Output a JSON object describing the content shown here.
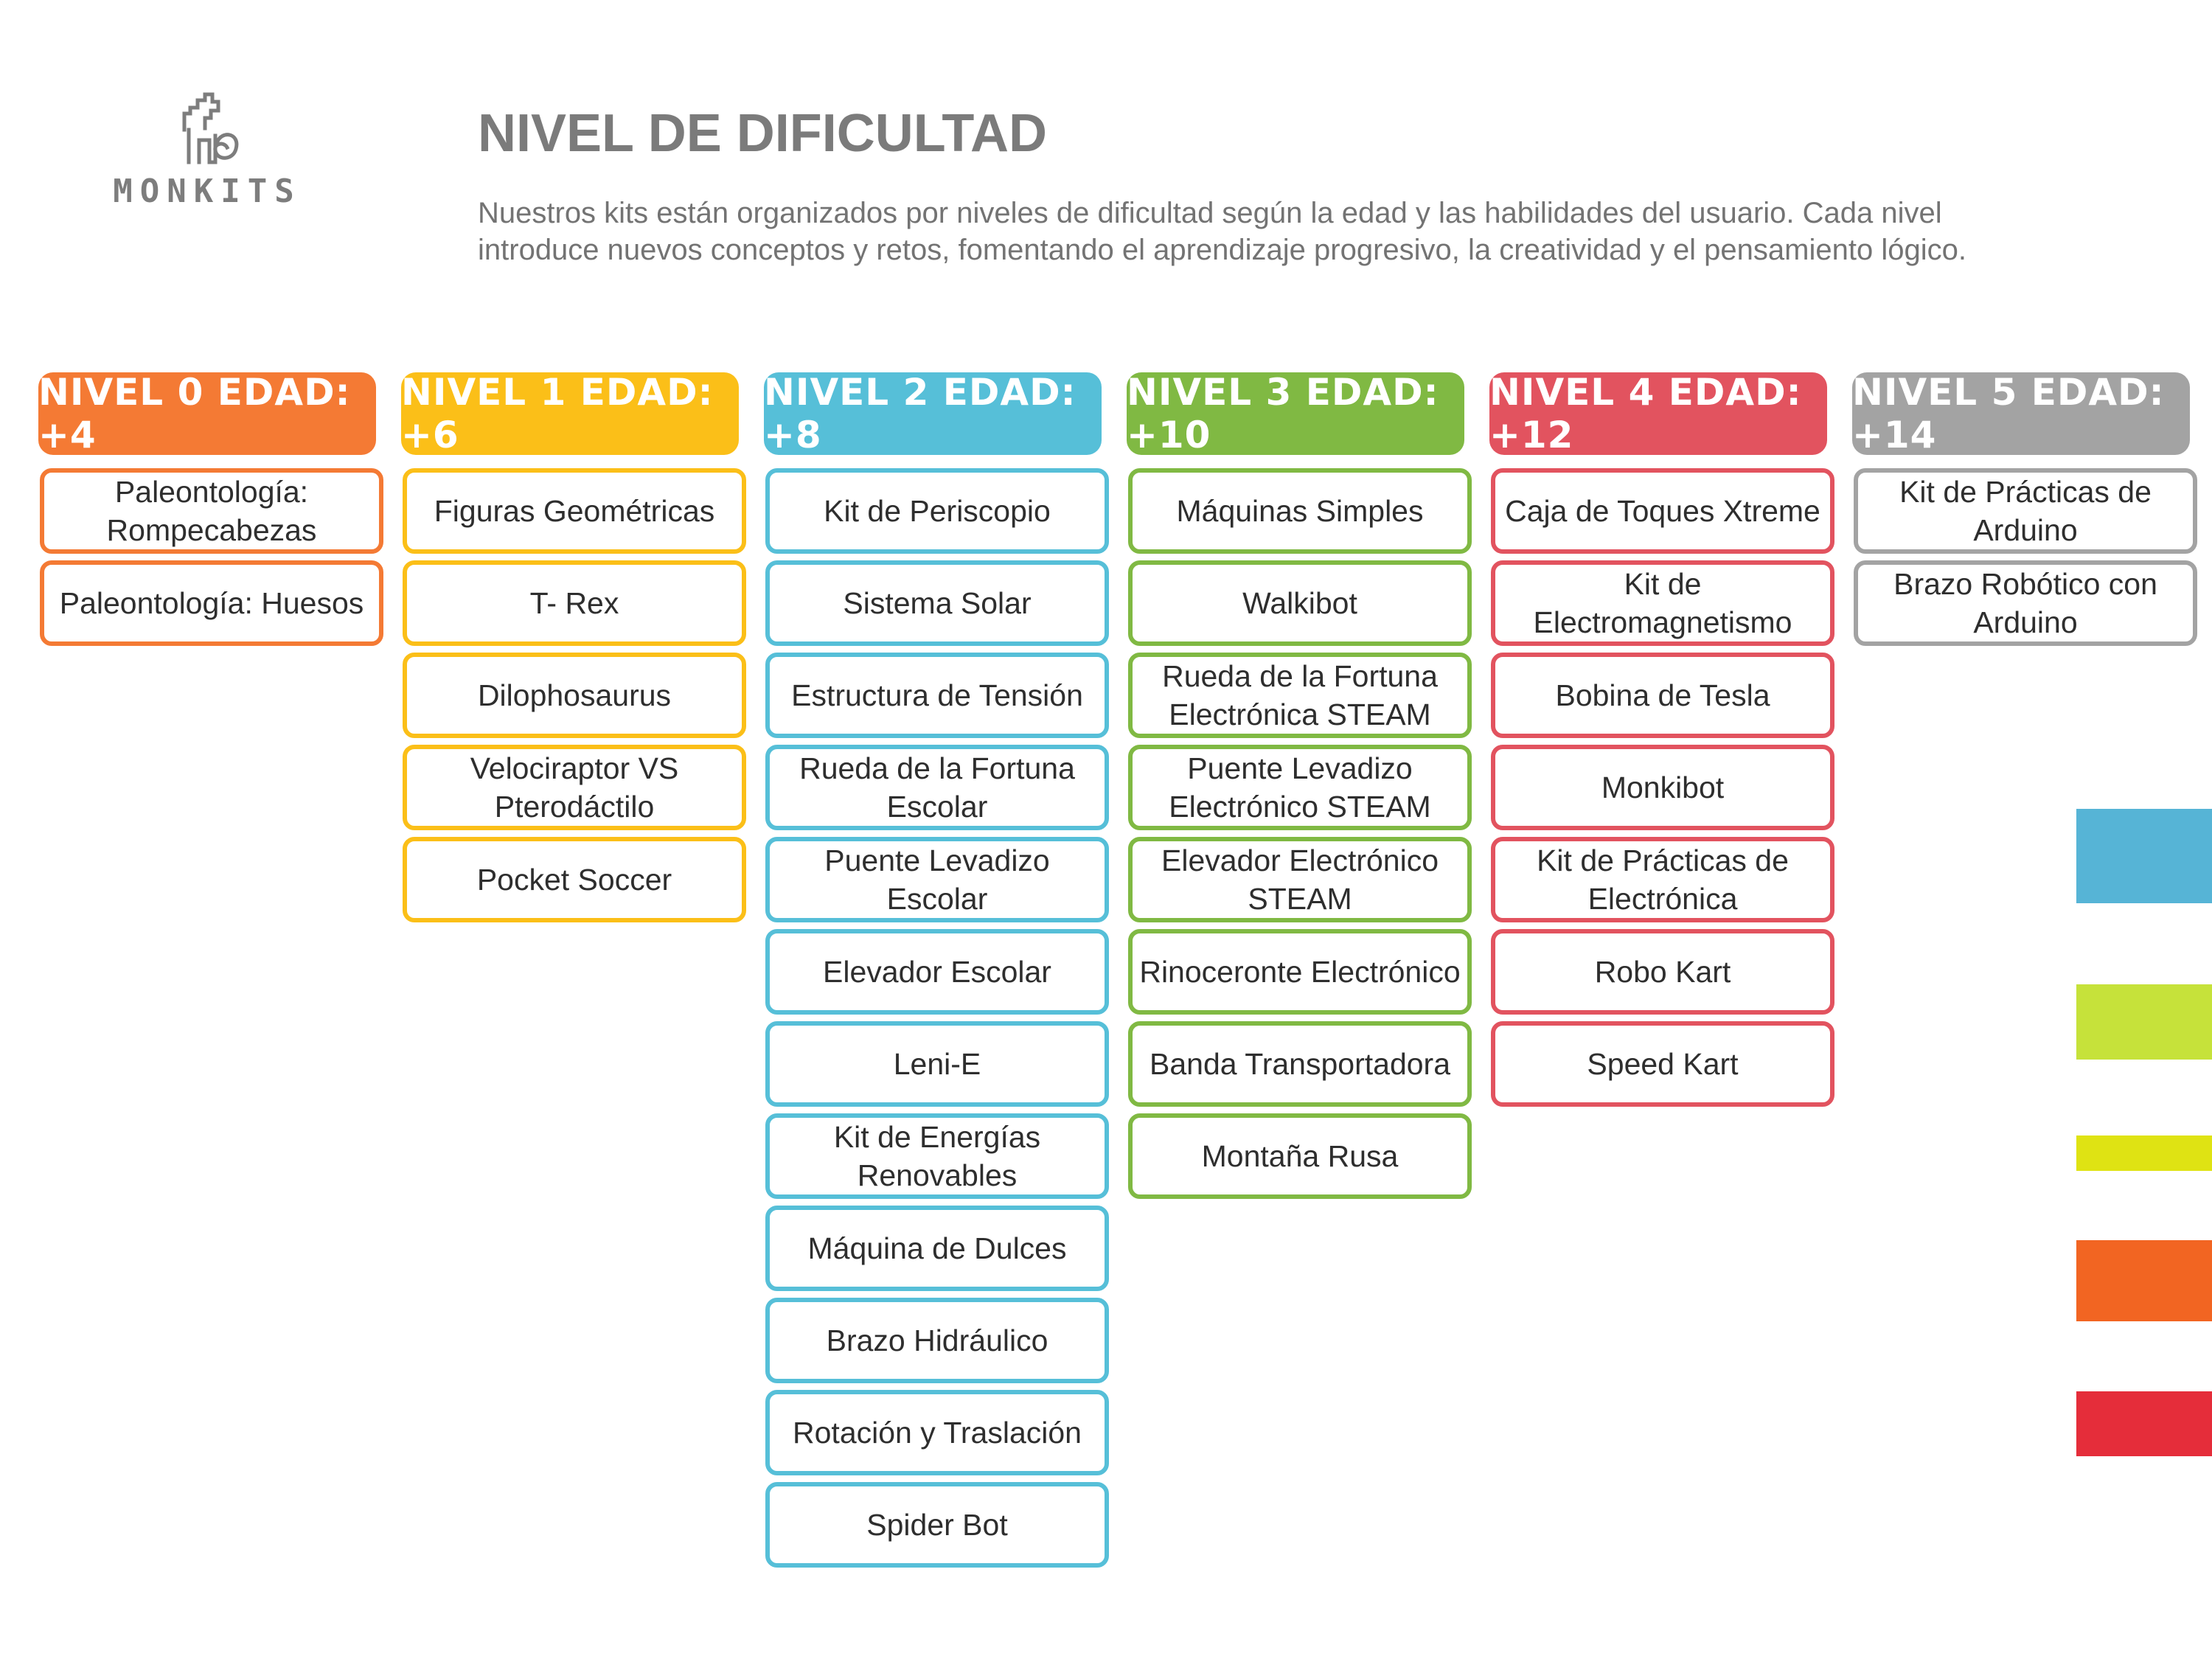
{
  "logo": {
    "text": "MONKITS",
    "icon": "monkey-cat-outline-icon"
  },
  "title": "NIVEL DE DIFICULTAD",
  "intro": "Nuestros kits están organizados por niveles de dificultad según la edad y las habilidades del usuario. Cada nivel introduce nuevos conceptos y retos, fomentando el aprendizaje progresivo, la creatividad y el pensamiento lógico.",
  "levels": [
    {
      "label": "NIVEL 0 EDAD: +4",
      "color": "#f47a34",
      "items": [
        "Paleontología: Rompecabezas",
        "Paleontología: Huesos"
      ]
    },
    {
      "label": "NIVEL 1 EDAD: +6",
      "color": "#fbbf18",
      "items": [
        "Figuras Geométricas",
        "T- Rex",
        "Dilophosaurus",
        "Velociraptor VS Pterodáctilo",
        "Pocket Soccer"
      ]
    },
    {
      "label": "NIVEL 2 EDAD: +8",
      "color": "#56bfd8",
      "items": [
        "Kit de Periscopio",
        "Sistema Solar",
        "Estructura de Tensión",
        "Rueda de la Fortuna Escolar",
        "Puente Levadizo Escolar",
        "Elevador Escolar",
        "Leni-E",
        "Kit de Energías Renovables",
        "Máquina de Dulces",
        "Brazo Hidráulico",
        "Rotación y Traslación",
        "Spider Bot"
      ]
    },
    {
      "label": "NIVEL 3 EDAD: +10",
      "color": "#80b943",
      "items": [
        "Máquinas Simples",
        "Walkibot",
        "Rueda de la Fortuna Electrónica STEAM",
        "Puente Levadizo Electrónico STEAM",
        "Elevador Electrónico STEAM",
        "Rinoceronte Electrónico",
        "Banda Transportadora",
        "Montaña Rusa"
      ]
    },
    {
      "label": "NIVEL 4 EDAD: +12",
      "color": "#e2535f",
      "items": [
        "Caja de Toques Xtreme",
        "Kit de Electromagnetismo",
        "Bobina de Tesla",
        "Monkibot",
        "Kit de Prácticas de Electrónica",
        "Robo Kart",
        "Speed Kart"
      ]
    },
    {
      "label": "NIVEL 5 EDAD: +14",
      "color": "#a3a3a3",
      "items": [
        "Kit de Prácticas de Arduino",
        "Brazo Robótico con Arduino"
      ]
    }
  ],
  "swatches": [
    "#56b4d6",
    "#c6e23a",
    "#dfe313",
    "#f26522",
    "#e52d3a"
  ]
}
